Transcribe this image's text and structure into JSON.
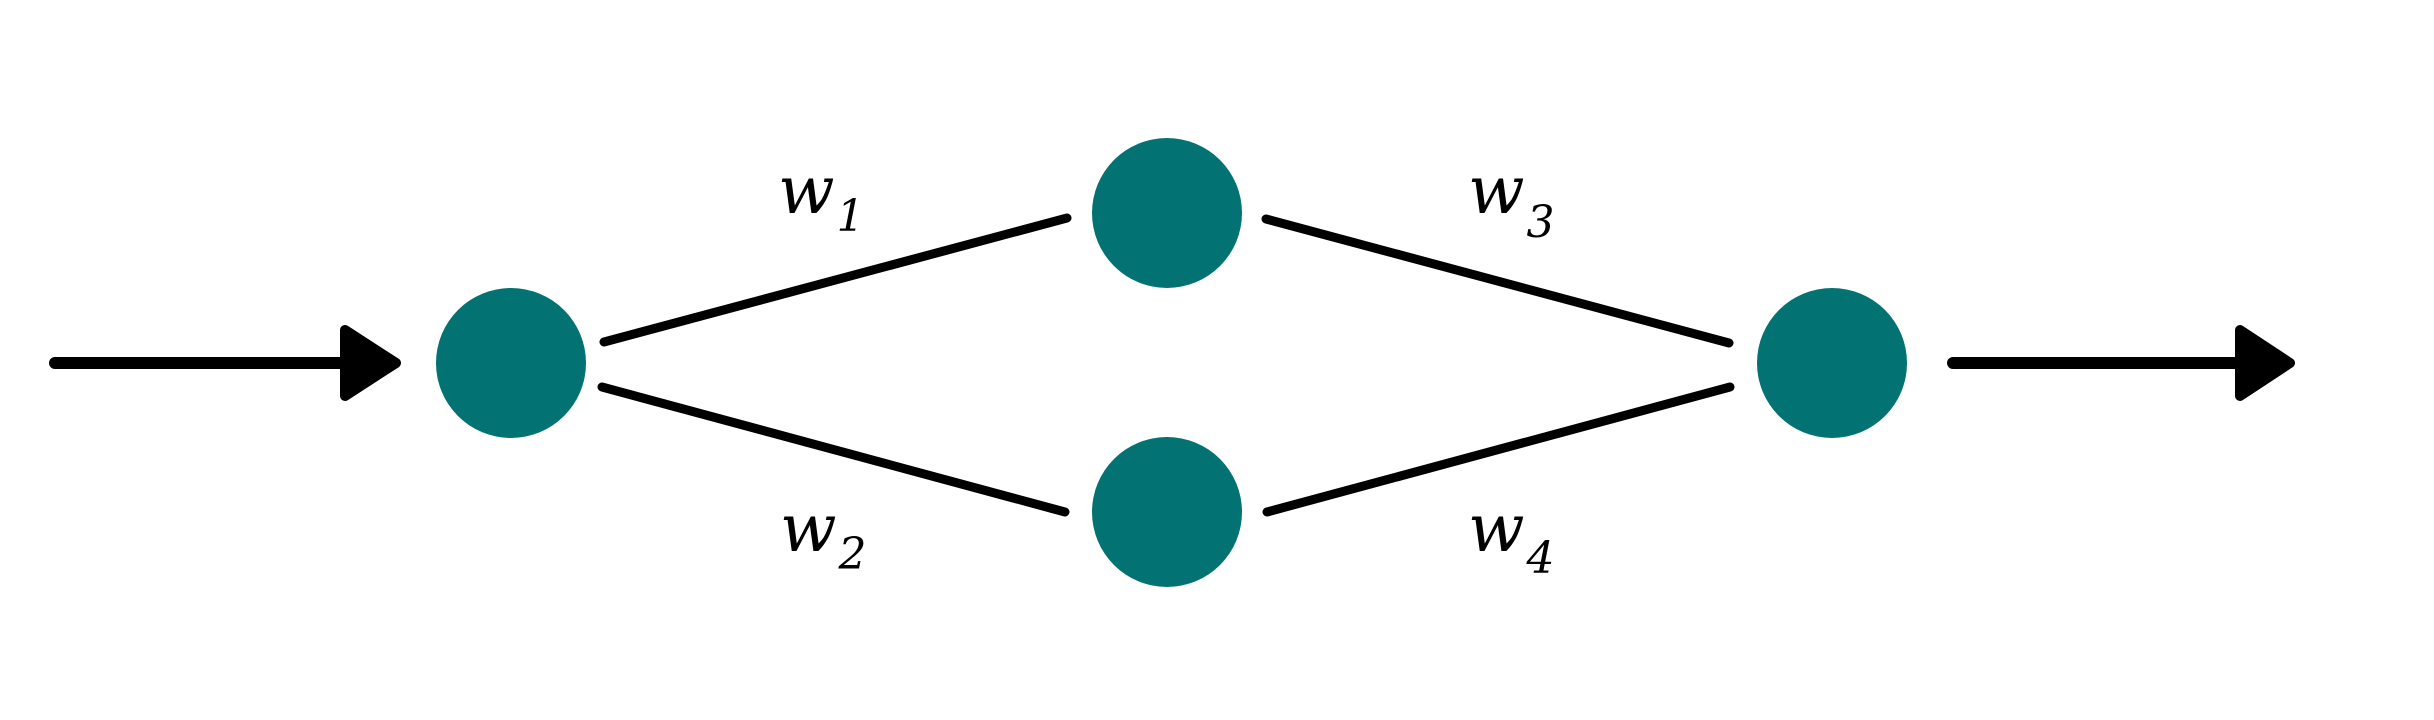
{
  "diagram": {
    "node_color": "#027272",
    "edge_color": "#000000",
    "weights": [
      {
        "base": "w",
        "subscript": "1"
      },
      {
        "base": "w",
        "subscript": "2"
      },
      {
        "base": "w",
        "subscript": "3"
      },
      {
        "base": "w",
        "subscript": "4"
      }
    ]
  }
}
